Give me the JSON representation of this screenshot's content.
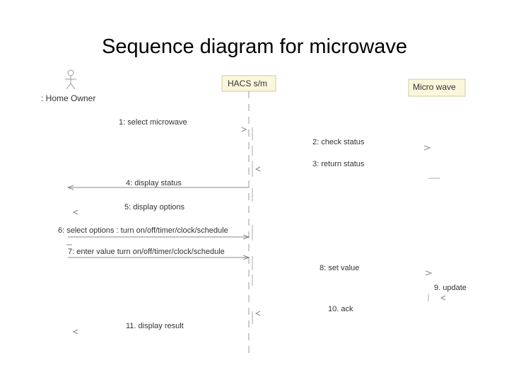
{
  "title": "Sequence diagram for microwave",
  "actors": {
    "home_owner": ": Home Owner",
    "hacs": "HACS s/m",
    "microwave": "Micro wave"
  },
  "messages": [
    "1: select microwave",
    "2: check status",
    "3: return status",
    "4: display status",
    "5: display options",
    "6: select options : turn on/off/timer/clock/schedule",
    "7: enter value turn on/off/timer/clock/schedule",
    "8: set value",
    "9. update",
    "10. ack",
    "11. display result"
  ],
  "colors": {
    "line": "#888888",
    "object_fill": "#fbf7dc"
  }
}
